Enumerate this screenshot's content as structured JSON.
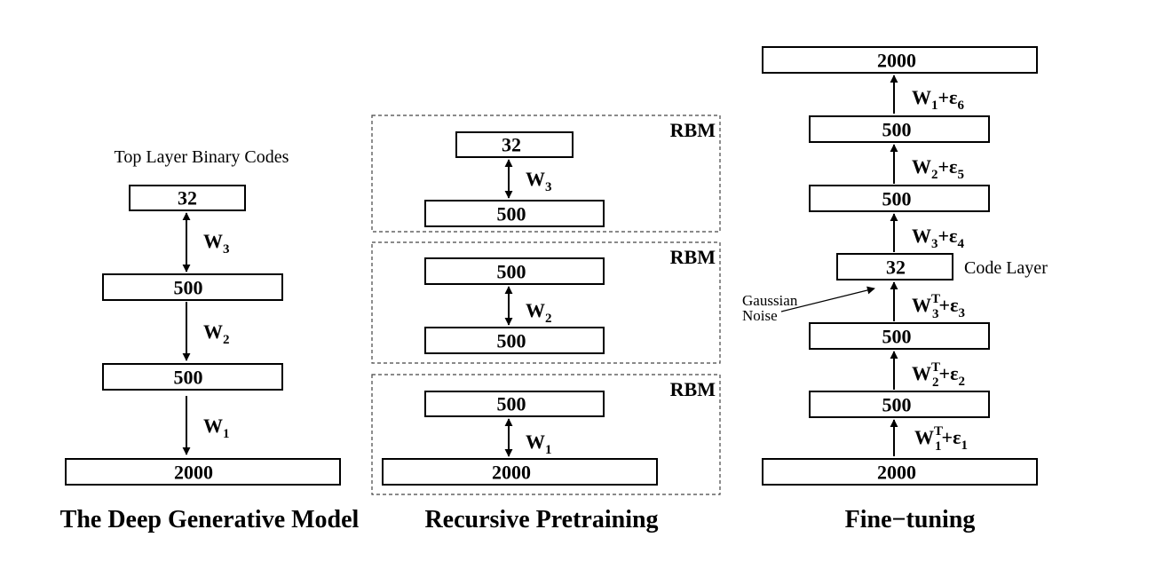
{
  "panels": {
    "generative": {
      "title": "The Deep Generative Model",
      "top_label": "Top Layer Binary Codes",
      "layers": [
        "32",
        "500",
        "500",
        "2000"
      ],
      "weights": [
        {
          "base": "W",
          "sub": "3"
        },
        {
          "base": "W",
          "sub": "2"
        },
        {
          "base": "W",
          "sub": "1"
        }
      ]
    },
    "pretraining": {
      "title": "Recursive Pretraining",
      "rbm_label": "RBM",
      "rbms": [
        {
          "top": "32",
          "bottom": "500",
          "weight": {
            "base": "W",
            "sub": "3"
          }
        },
        {
          "top": "500",
          "bottom": "500",
          "weight": {
            "base": "W",
            "sub": "2"
          }
        },
        {
          "top": "500",
          "bottom": "2000",
          "weight": {
            "base": "W",
            "sub": "1"
          }
        }
      ]
    },
    "finetuning": {
      "title": "Fine−tuning",
      "code_layer_label": "Code Layer",
      "noise_label_line1": "Gaussian",
      "noise_label_line2": "Noise",
      "layers": [
        "2000",
        "500",
        "500",
        "32",
        "500",
        "500",
        "2000"
      ],
      "weights": [
        {
          "base": "W",
          "sub": "1",
          "sup": "T",
          "eps": "ε",
          "eps_sub": "1"
        },
        {
          "base": "W",
          "sub": "2",
          "sup": "T",
          "eps": "ε",
          "eps_sub": "2"
        },
        {
          "base": "W",
          "sub": "3",
          "sup": "T",
          "eps": "ε",
          "eps_sub": "3"
        },
        {
          "base": "W",
          "sub": "3",
          "sup": "",
          "eps": "ε",
          "eps_sub": "4"
        },
        {
          "base": "W",
          "sub": "2",
          "sup": "",
          "eps": "ε",
          "eps_sub": "5"
        },
        {
          "base": "W",
          "sub": "1",
          "sup": "",
          "eps": "ε",
          "eps_sub": "6"
        }
      ],
      "plus": "+"
    }
  }
}
